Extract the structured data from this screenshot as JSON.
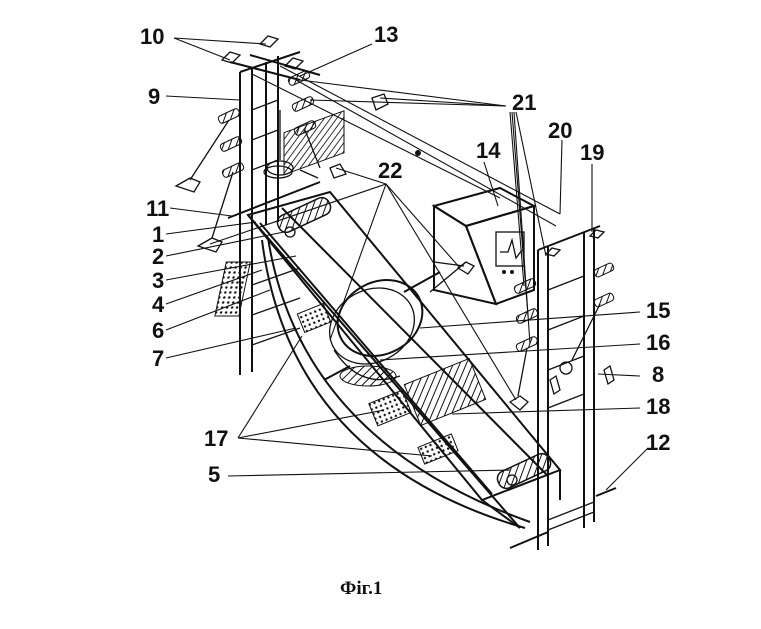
{
  "figure": {
    "caption": "Фіг.1",
    "labels": {
      "l1": "1",
      "l2": "2",
      "l3": "3",
      "l4": "4",
      "l5": "5",
      "l6": "6",
      "l7": "7",
      "l8": "8",
      "l9": "9",
      "l10": "10",
      "l11": "11",
      "l12": "12",
      "l13": "13",
      "l14": "14",
      "l15": "15",
      "l16": "16",
      "l17": "17",
      "l18": "18",
      "l19": "19",
      "l20": "20",
      "l21": "21",
      "l22": "22"
    }
  }
}
